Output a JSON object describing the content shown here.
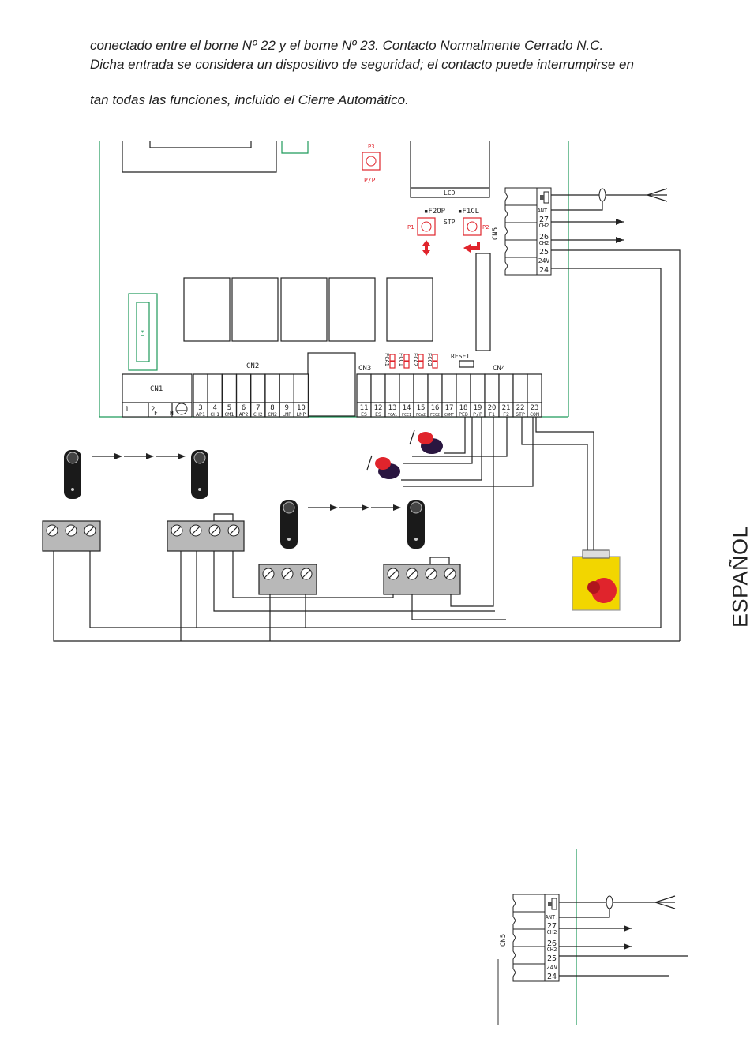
{
  "text": {
    "line1": "conectado entre el borne Nº 22 y el borne Nº 23. Contacto Normalmente Cerrado N.C.",
    "line2": "Dicha entrada se considera un dispositivo de seguridad; el contacto puede interrumpirse en",
    "line3": "tan todas las funciones, incluido el Cierre Automático."
  },
  "side_label": "ESPAÑOL",
  "board": {
    "p3": "P3",
    "pp": "P/P",
    "lcd": "LCD",
    "f2op": "F2OP",
    "f1cl": "F1CL",
    "stp": "STP",
    "p1": "P1",
    "p2": "P2",
    "cn1": "CN1",
    "cn2": "CN2",
    "cn3": "CN3",
    "cn4": "CN4",
    "cn5": "CN5",
    "reset": "RESET",
    "fuse": "F1",
    "leds": [
      "FCA1",
      "FCC1",
      "FCA2",
      "FCC2"
    ],
    "terminals": [
      {
        "n": "1",
        "l": "F"
      },
      {
        "n": "2",
        "l": "N"
      },
      {
        "n": "",
        "l": "earth"
      },
      {
        "n": "3",
        "l": "AP1"
      },
      {
        "n": "4",
        "l": "CH1"
      },
      {
        "n": "5",
        "l": "CM1"
      },
      {
        "n": "6",
        "l": "AP2"
      },
      {
        "n": "7",
        "l": "CH2"
      },
      {
        "n": "8",
        "l": "CM2"
      },
      {
        "n": "9",
        "l": "LMP"
      },
      {
        "n": "10",
        "l": "LMP"
      },
      {
        "n": "11",
        "l": "ES"
      },
      {
        "n": "12",
        "l": "ES"
      },
      {
        "n": "13",
        "l": "FCA1"
      },
      {
        "n": "14",
        "l": "FCC1"
      },
      {
        "n": "15",
        "l": "FCA2"
      },
      {
        "n": "16",
        "l": "FCC2"
      },
      {
        "n": "17",
        "l": "COMF"
      },
      {
        "n": "18",
        "l": "PED"
      },
      {
        "n": "19",
        "l": "P/P"
      },
      {
        "n": "20",
        "l": "F1"
      },
      {
        "n": "21",
        "l": "F2"
      },
      {
        "n": "22",
        "l": "STP"
      },
      {
        "n": "23",
        "l": "COM"
      }
    ],
    "cn5_labels": [
      "ANT.",
      "27",
      "CH2",
      "26",
      "CH2",
      "25",
      "24V",
      "24"
    ]
  },
  "colors": {
    "board_green": "#1e9a5a",
    "red": "#e0242c",
    "yellow": "#f2d600",
    "line": "#222222"
  }
}
